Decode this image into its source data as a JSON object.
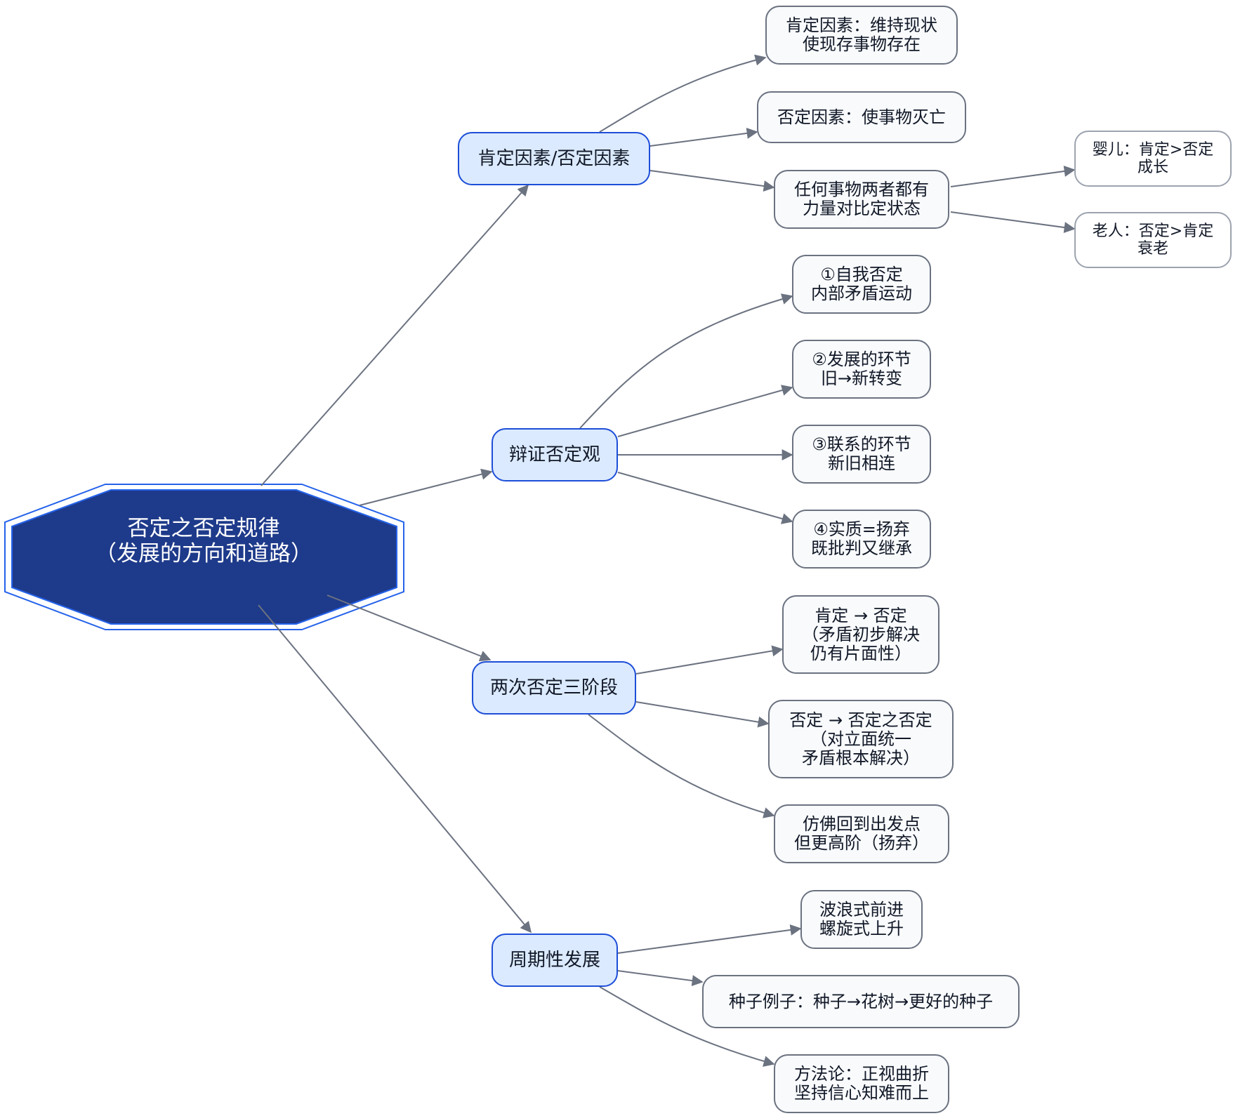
{
  "root": {
    "line1": "否定之否定规律",
    "line2": "（发展的方向和道路）"
  },
  "branches": {
    "b1": "肯定因素/否定因素",
    "b2": "辩证否定观",
    "b3": "两次否定三阶段",
    "b4": "周期性发展"
  },
  "leaves": {
    "l1": [
      "肯定因素：维持现状",
      "使现存事物存在"
    ],
    "l2": [
      "否定因素：使事物灭亡"
    ],
    "l3": [
      "任何事物两者都有",
      "力量对比定状态"
    ],
    "l4": [
      "①自我否定",
      "内部矛盾运动"
    ],
    "l5": [
      "②发展的环节",
      "旧→新转变"
    ],
    "l6": [
      "③联系的环节",
      "新旧相连"
    ],
    "l7": [
      "④实质=扬弃",
      "既批判又继承"
    ],
    "l8": [
      "肯定 → 否定",
      "（矛盾初步解决",
      "仍有片面性）"
    ],
    "l9": [
      "否定 → 否定之否定",
      "（对立面统一",
      "矛盾根本解决）"
    ],
    "l10": [
      "仿佛回到出发点",
      "但更高阶（扬弃）"
    ],
    "l11": [
      "波浪式前进",
      "螺旋式上升"
    ],
    "l12": [
      "种子例子：种子→花树→更好的种子"
    ],
    "l13": [
      "方法论：正视曲折",
      "坚持信心知难而上"
    ]
  },
  "subleaves": {
    "s1": [
      "婴儿：肯定>否定",
      "成长"
    ],
    "s2": [
      "老人：否定>肯定",
      "衰老"
    ]
  },
  "colors": {
    "root_fill": "#1e3a8a",
    "root_border": "#2563eb",
    "branch_fill": "#dbeafe",
    "branch_border": "#1d4ed8",
    "leaf_fill": "#f8fafc",
    "leaf_border": "#6b7280",
    "sub_border": "#9ca3af",
    "edge": "#6b7280"
  }
}
